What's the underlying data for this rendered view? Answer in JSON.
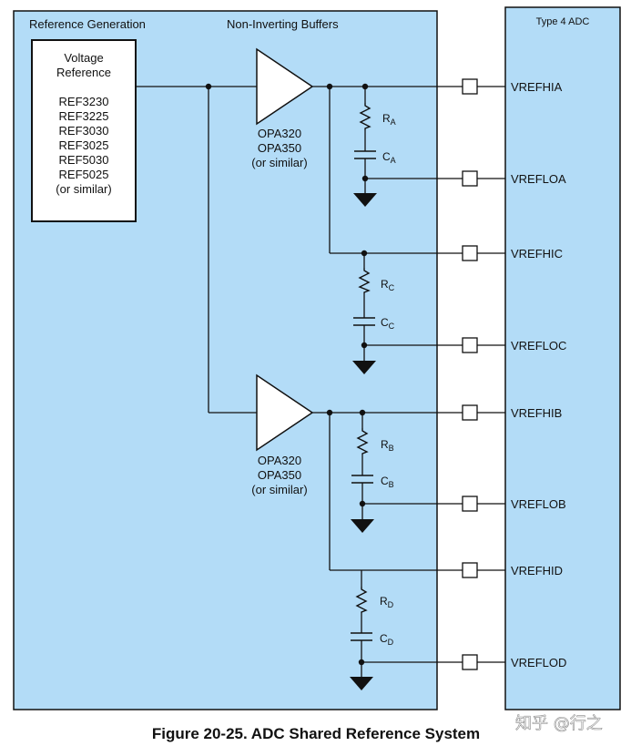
{
  "colors": {
    "panel_fill": "#b3dcf7",
    "line": "#111111",
    "background": "#ffffff"
  },
  "panels": {
    "reference_generation": "Reference Generation",
    "non_inverting_buffers": "Non-Inverting Buffers",
    "adc": "Type 4 ADC"
  },
  "voltage_reference": {
    "title_line1": "Voltage",
    "title_line2": "Reference",
    "parts": [
      "REF3230",
      "REF3225",
      "REF3030",
      "REF3025",
      "REF5030",
      "REF5025",
      "(or similar)"
    ]
  },
  "buffers": [
    {
      "lines": [
        "OPA320",
        "OPA350",
        "(or similar)"
      ]
    },
    {
      "lines": [
        "OPA320",
        "OPA350",
        "(or similar)"
      ]
    }
  ],
  "components": {
    "RA": {
      "main": "R",
      "sub": "A"
    },
    "CA": {
      "main": "C",
      "sub": "A"
    },
    "RC": {
      "main": "R",
      "sub": "C"
    },
    "CC": {
      "main": "C",
      "sub": "C"
    },
    "RB": {
      "main": "R",
      "sub": "B"
    },
    "CB": {
      "main": "C",
      "sub": "B"
    },
    "RD": {
      "main": "R",
      "sub": "D"
    },
    "CD": {
      "main": "C",
      "sub": "D"
    }
  },
  "pins": [
    "VREFHIA",
    "VREFLOA",
    "VREFHIC",
    "VREFLOC",
    "VREFHIB",
    "VREFLOB",
    "VREFHID",
    "VREFLOD"
  ],
  "caption": "Figure 20-25. ADC Shared Reference System",
  "watermark": "知乎 @行之"
}
